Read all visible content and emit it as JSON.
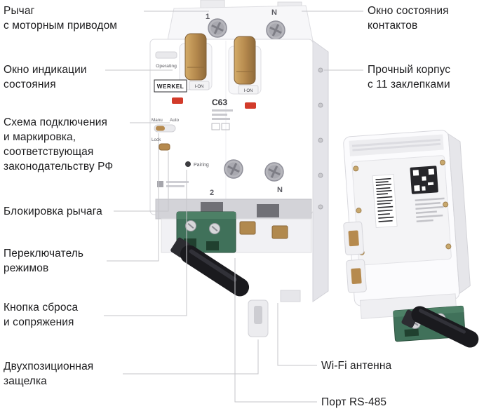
{
  "annotations": {
    "left": [
      {
        "text": "Рычаг\nс моторным приводом"
      },
      {
        "text": "Окно индикации\nсостояния"
      },
      {
        "text": "Схема подключения\nи маркировка,\nсоответствующая\nзаконодательству РФ"
      },
      {
        "text": "Блокировка рычага"
      },
      {
        "text": "Переключатель\nрежимов"
      },
      {
        "text": "Кнопка сброса\nи сопряжения"
      },
      {
        "text": "Двухпозиционная\nзащелка"
      }
    ],
    "right": [
      {
        "text": "Окно состояния\nконтактов"
      },
      {
        "text": "Прочный корпус\nс 11 заклепками"
      },
      {
        "text": "Wi-Fi антенна"
      },
      {
        "text": "Порт RS-485"
      }
    ]
  },
  "device": {
    "brand": "WERKEL",
    "pole_top_left": "1",
    "pole_top_right": "N",
    "pole_bottom_left": "2",
    "pole_bottom_right": "N",
    "ion_label": "I-ON",
    "operating_label": "Operating",
    "manu_label": "Manu",
    "auto_label": "Auto",
    "lock_label": "Lock",
    "rating": "C63",
    "pairing_label": "Pairing"
  },
  "colors": {
    "accent_gold": "#b68a4e",
    "indicator_red": "#d23b2a",
    "connector_green": "#40715a",
    "antenna_black": "#1a1a1e",
    "leader_line": "#c6c6ca",
    "label_text": "#1d1d1f"
  }
}
